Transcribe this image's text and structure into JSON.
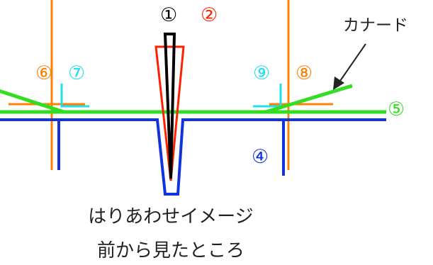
{
  "markers": {
    "m1": "①",
    "m2": "②",
    "m4": "④",
    "m5": "⑤",
    "m6": "⑥",
    "m7": "⑦",
    "m8": "⑧",
    "m9": "⑨"
  },
  "canard_label": "カナード",
  "caption": {
    "line1": "はりあわせイメージ",
    "line2": "前から見たところ"
  },
  "colors": {
    "black": "#000000",
    "red": "#ff2200",
    "orange": "#ff8000",
    "cyan": "#22ddee",
    "green": "#33dd22",
    "blue": "#1133dd",
    "text": "#222222"
  }
}
